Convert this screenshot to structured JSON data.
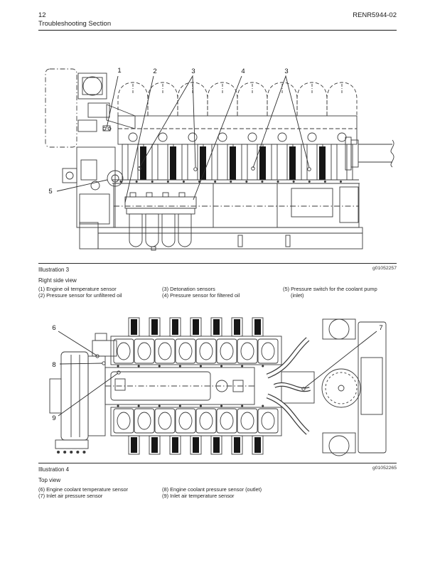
{
  "colors": {
    "ink": "#1a1a1a",
    "line_art": "#3a3a3a",
    "dark_fill": "#161616",
    "paper": "#ffffff"
  },
  "header": {
    "page_number": "12",
    "section_title": "Troubleshooting Section",
    "doc_code": "RENR5944-02"
  },
  "illustration3": {
    "label": "Illustration 3",
    "figure_id": "g01052257",
    "view_label": "Right side view",
    "figure_description": "engine-right-side-view-line-drawing",
    "callouts": {
      "n1": "1",
      "n2": "2",
      "n3a": "3",
      "n4": "4",
      "n3b": "3",
      "n5": "5"
    },
    "legend": [
      [
        "(1) Engine oil temperature sensor",
        "(2) Pressure sensor for unfiltered oil"
      ],
      [
        "(3) Detonation sensors",
        "(4) Pressure sensor for filtered oil"
      ],
      [
        "(5) Pressure switch for the coolant pump",
        "(inlet)"
      ]
    ]
  },
  "illustration4": {
    "label": "Illustration 4",
    "figure_id": "g01052265",
    "view_label": "Top view",
    "figure_description": "engine-top-view-line-drawing",
    "callouts": {
      "n6": "6",
      "n7": "7",
      "n8": "8",
      "n9": "9"
    },
    "legend": [
      [
        "(6) Engine coolant temperature sensor",
        "(7) Inlet air pressure sensor"
      ],
      [
        "(8) Engine coolant pressure sensor (outlet)",
        "(9) Inlet air temperature sensor"
      ]
    ]
  }
}
